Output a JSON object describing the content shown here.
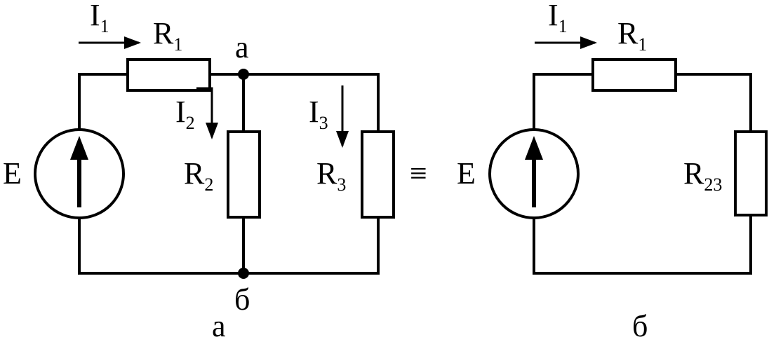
{
  "circuit_a": {
    "source": "E",
    "current_1": {
      "letter": "I",
      "index": "1"
    },
    "current_2": {
      "letter": "I",
      "index": "2"
    },
    "current_3": {
      "letter": "I",
      "index": "3"
    },
    "resistor_1": {
      "letter": "R",
      "index": "1"
    },
    "resistor_2": {
      "letter": "R",
      "index": "2"
    },
    "resistor_3": {
      "letter": "R",
      "index": "3"
    },
    "node_top": "a",
    "node_bottom": "б",
    "caption": "a"
  },
  "equivalence_sign": "≡",
  "circuit_b": {
    "source": "E",
    "current_1": {
      "letter": "I",
      "index": "1"
    },
    "resistor_1": {
      "letter": "R",
      "index": "1"
    },
    "resistor_23": {
      "letter": "R",
      "index": "23"
    },
    "caption": "б"
  },
  "colors": {
    "ink": "#000000",
    "background": "#ffffff"
  }
}
